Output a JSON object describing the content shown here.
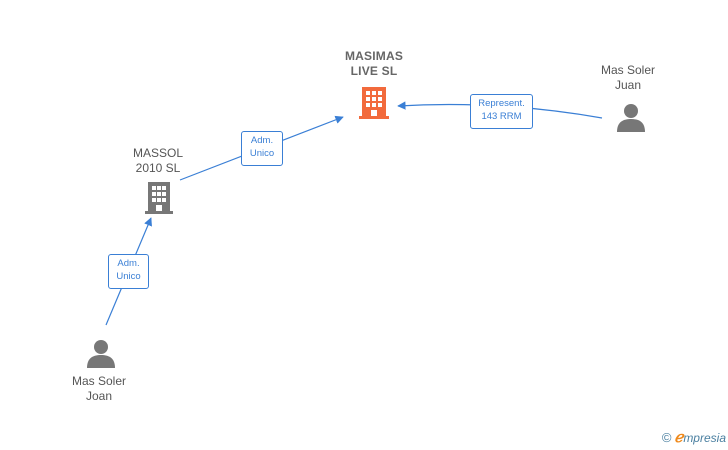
{
  "nodes": {
    "masimas": {
      "line1": "MASIMAS",
      "line2": "LIVE  SL",
      "icon": "building-icon",
      "color": "#f26a3c"
    },
    "massol": {
      "line1": "MASSOL",
      "line2": "2010 SL",
      "icon": "building-icon",
      "color": "#777777"
    },
    "juan": {
      "line1": "Mas Soler",
      "line2": "Juan",
      "icon": "person-icon",
      "color": "#777777"
    },
    "joan": {
      "line1": "Mas Soler",
      "line2": "Joan",
      "icon": "person-icon",
      "color": "#777777"
    }
  },
  "edges": {
    "massol_to_masimas": {
      "line1": "Adm.",
      "line2": "Unico"
    },
    "joan_to_massol": {
      "line1": "Adm.",
      "line2": "Unico"
    },
    "juan_to_masimas": {
      "line1": "Represent.",
      "line2": "143 RRM"
    }
  },
  "colors": {
    "edge": "#3a7fd5",
    "accent": "#f26a3c",
    "neutral": "#777777"
  },
  "brand": {
    "copyright": "©",
    "e": "ℯ",
    "rest": "mpresia"
  }
}
